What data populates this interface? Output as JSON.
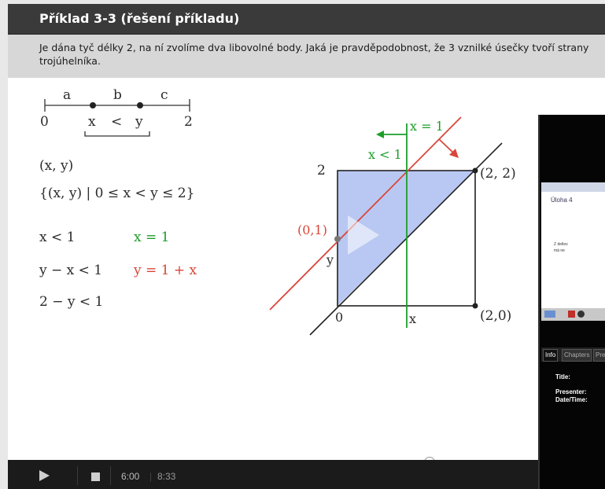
{
  "header": {
    "title": "Příklad 3-3 (řešení příkladu)"
  },
  "question": {
    "text": "Je dána tyč délky 2, na ní zvolíme dva libovolné body. Jaká je pravděpodobnost, že 3 vznilké úsečky tvoří strany trojúhelníka."
  },
  "segment": {
    "label_a": "a",
    "label_b": "b",
    "label_c": "c",
    "label_0": "0",
    "label_x": "x",
    "label_lt": "<",
    "label_y": "y",
    "label_2": "2"
  },
  "formulas": {
    "pair": "(x, y)",
    "set": "{(x, y) | 0 ≤ x < y ≤ 2}",
    "cond1": "x < 1",
    "cond2": "y − x < 1",
    "cond3": "2 − y < 1",
    "line1": "x = 1",
    "line2": "y = 1 + x"
  },
  "diagram": {
    "label_x_eq_1": "x = 1",
    "label_x_lt_1": "x < 1",
    "label_2": "2",
    "label_22": "(2, 2)",
    "label_01": "(0,1)",
    "label_y": "y",
    "label_0": "0",
    "label_x": "x",
    "label_20": "(2,0)",
    "colors": {
      "red": "#d9473a",
      "green": "#1e9e2a",
      "fill": "#b9c8f2",
      "dark": "#222222"
    }
  },
  "player": {
    "current_time": "6:00",
    "total_time": "8:33",
    "progress_fraction": 0.701,
    "play_icon": "play-icon",
    "stop_icon": "stop-icon"
  },
  "overlay": {
    "slide_title": "Úloha 4",
    "slide_snippet_1": "Z deltov",
    "slide_snippet_2": "má ne",
    "tabs": [
      "Info",
      "Chapters",
      "Pre"
    ],
    "fields": {
      "title": "Title:",
      "presenter": "Presenter:",
      "datetime": "Date/Time:"
    }
  }
}
